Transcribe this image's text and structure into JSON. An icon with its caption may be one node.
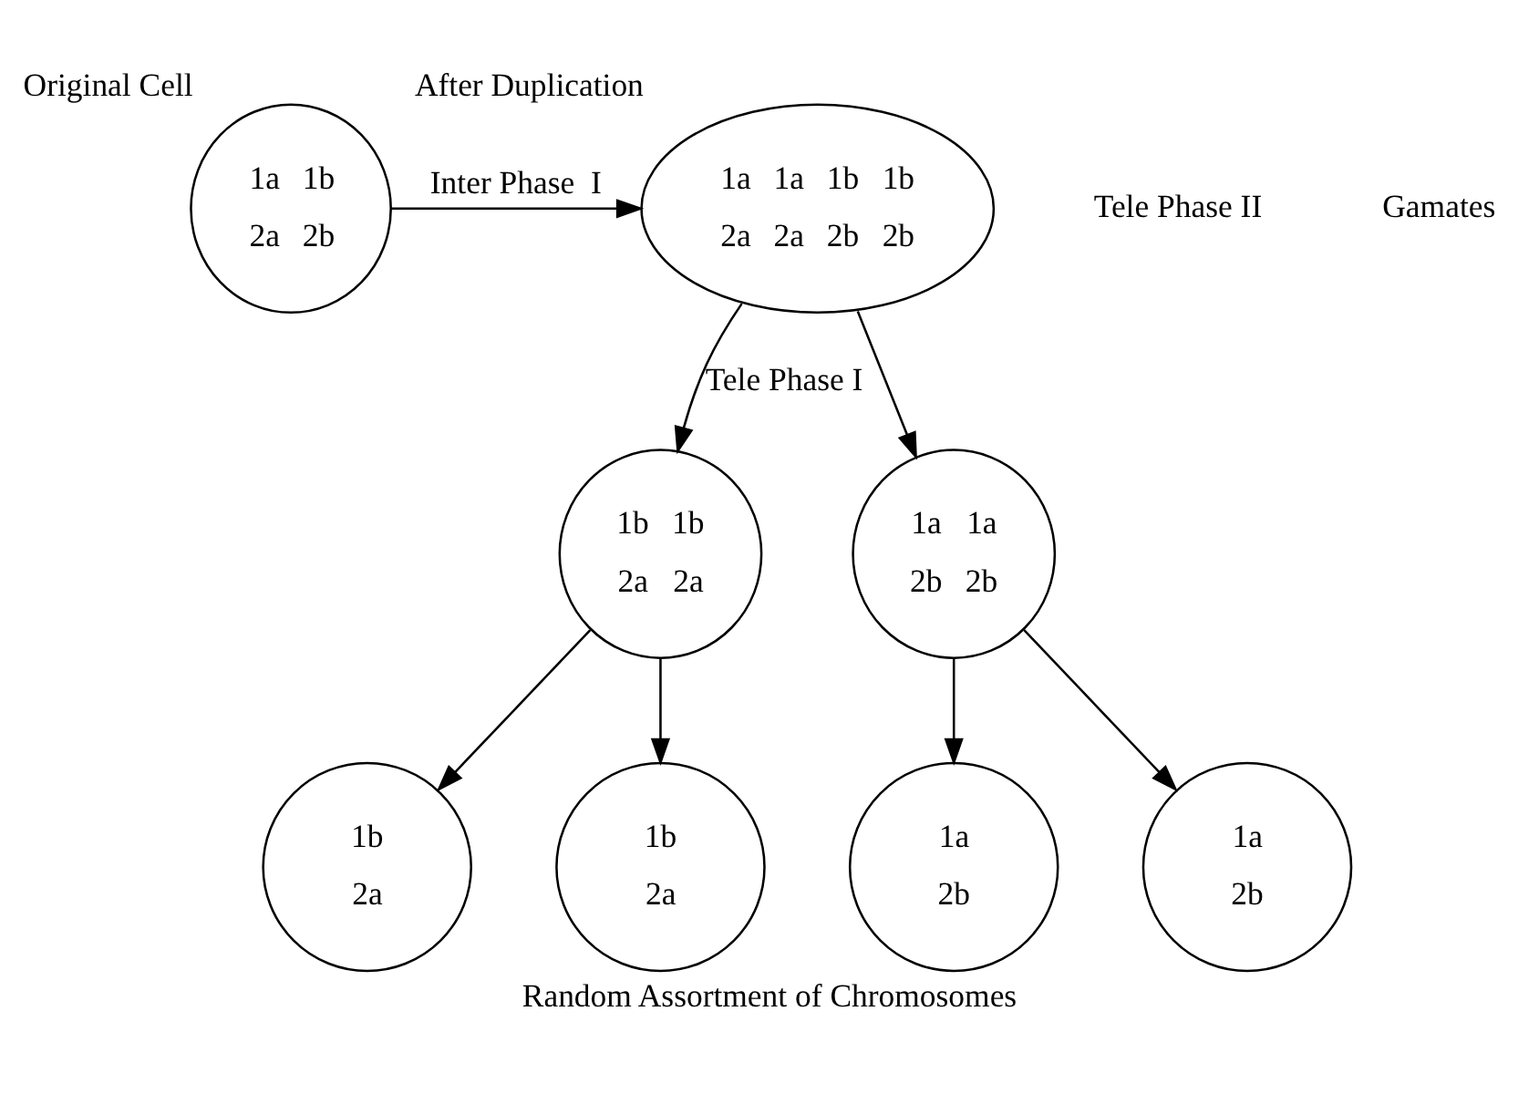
{
  "diagram": {
    "caption": "Random Assortment of Chromosomes",
    "nodes": [
      {
        "text": [
          "1a",
          "1b",
          "2a",
          "2b"
        ],
        "beside": [
          "Original Cell"
        ]
      },
      {
        "text": [
          "1a",
          "1a",
          "1b",
          "1b",
          "2a",
          "2a",
          "2b",
          "2b"
        ],
        "beside": [
          "After Duplication"
        ]
      },
      {
        "text": [
          "1b",
          "1b",
          "2a",
          "2a"
        ]
      },
      {
        "text": [
          "1a",
          "1a",
          "2b",
          "2b"
        ]
      },
      {
        "text": [
          "1b",
          "2a"
        ]
      },
      {
        "text": [
          "1b",
          "2a"
        ]
      },
      {
        "text": [
          "1a",
          "2b"
        ]
      },
      {
        "text": [
          "1a",
          "2b"
        ]
      }
    ],
    "edges": [
      {
        "from": 0,
        "to": 1,
        "arrow": "to",
        "label": "Inter Phase  I"
      },
      {
        "from": 1,
        "to": 2,
        "arrow": "to",
        "label": "Tele Phase I"
      },
      {
        "from": 1,
        "to": 3,
        "arrow": "to"
      },
      {
        "from": 2,
        "to": 4,
        "arrow": "to"
      },
      {
        "from": 2,
        "to": 5,
        "arrow": "to"
      },
      {
        "from": 3,
        "to": 6,
        "arrow": "to"
      },
      {
        "from": 3,
        "to": 7,
        "arrow": "to"
      }
    ],
    "labels": [
      "Tele Phase II",
      "Gamates"
    ]
  }
}
